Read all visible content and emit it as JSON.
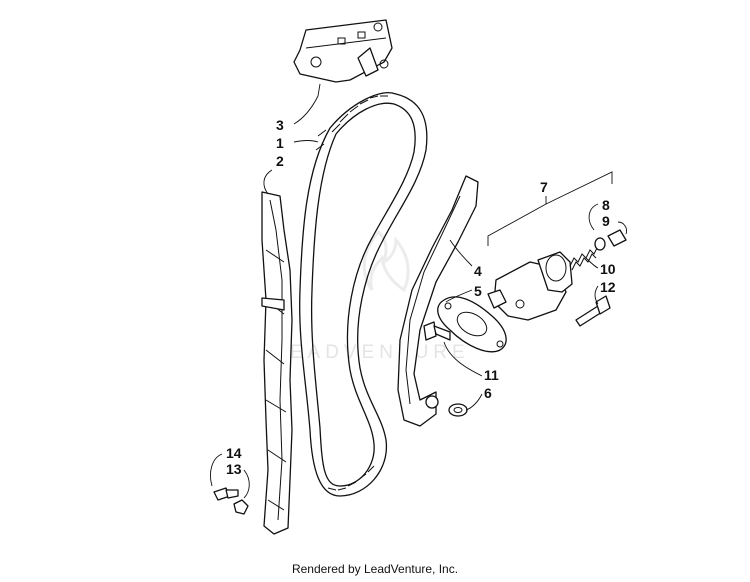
{
  "watermark": {
    "text": "LEADVENTURE"
  },
  "callouts": [
    "3",
    "1",
    "2",
    "4",
    "5",
    "7",
    "8",
    "9",
    "10",
    "12",
    "11",
    "6",
    "14",
    "13"
  ],
  "footer": {
    "text": "Rendered by LeadVenture, Inc."
  }
}
